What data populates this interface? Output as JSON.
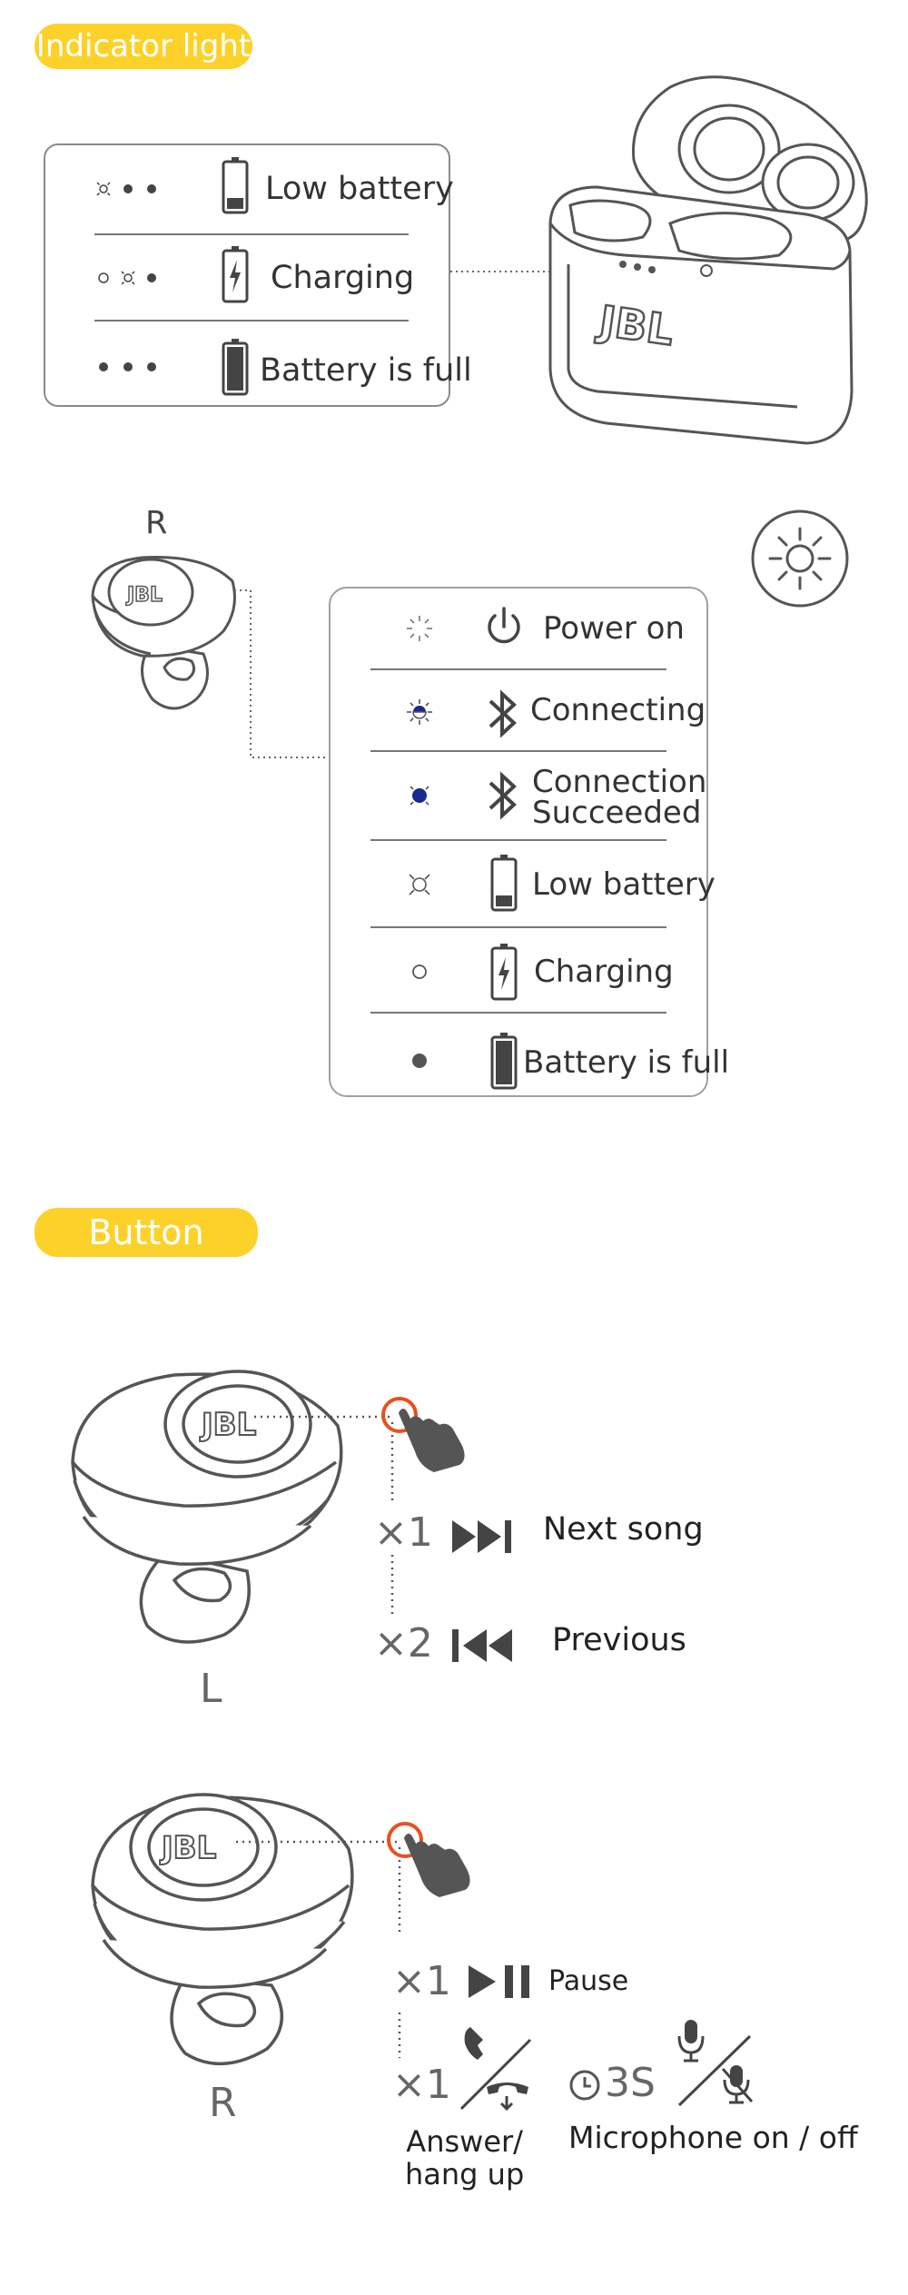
{
  "sections": {
    "indicator_title": "Indicator light",
    "button_title": "Button"
  },
  "case_panel": {
    "rows": [
      {
        "status": "Low battery"
      },
      {
        "status": "Charging"
      },
      {
        "status": "Battery is full"
      }
    ],
    "brand": "JBL"
  },
  "earbud_panel": {
    "side_label": "R",
    "brand": "JBL",
    "rows": [
      {
        "status": "Power on"
      },
      {
        "status": "Connecting"
      },
      {
        "status_line1": "Connection",
        "status_line2": "Succeeded"
      },
      {
        "status": "Low battery"
      },
      {
        "status": "Charging"
      },
      {
        "status": "Battery is full"
      }
    ]
  },
  "left_bud": {
    "side_label": "L",
    "brand": "JBL",
    "actions": [
      {
        "count": "×1",
        "label": "Next song",
        "icon": "next-track-icon"
      },
      {
        "count": "×2",
        "label": "Previous",
        "icon": "previous-track-icon"
      }
    ]
  },
  "right_bud": {
    "side_label": "R",
    "brand": "JBL",
    "actions": [
      {
        "count": "×1",
        "label": "Pause",
        "icon": "play-pause-icon"
      },
      {
        "count": "×1",
        "label_line1": "Answer/",
        "label_line2": "hang up",
        "icon": "phone-answer-hangup-icon"
      },
      {
        "hold": "3S",
        "label": "Microphone on / off",
        "icon": "microphone-toggle-icon"
      }
    ]
  },
  "colors": {
    "accent_yellow": "#fcd22a",
    "led_blue": "#1a2a8c",
    "tap_red": "#e8501e",
    "line_gray": "#666666"
  }
}
